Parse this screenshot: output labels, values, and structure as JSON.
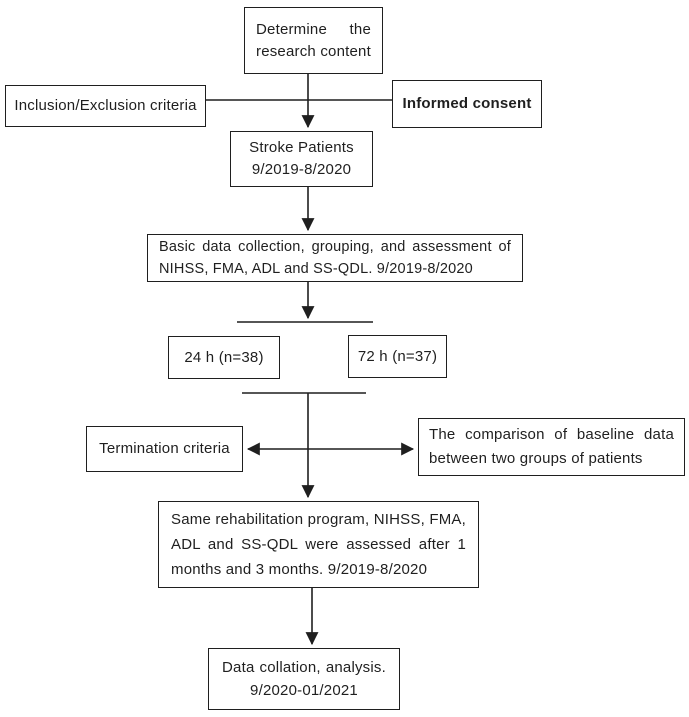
{
  "flowchart": {
    "nodes": {
      "determine": {
        "line1": "Determine the",
        "line2": "research content"
      },
      "inclusion": {
        "label": "Inclusion/Exclusion criteria"
      },
      "informed": {
        "label": "Informed consent"
      },
      "stroke": {
        "line1": "Stroke Patients",
        "line2": "9/2019-8/2020"
      },
      "basic": {
        "line1": "Basic data collection, grouping, and assessment of",
        "line2": "NIHSS, FMA, ADL and SS-QDL. 9/2019-8/2020"
      },
      "group24": {
        "label": "24 h (n=38)"
      },
      "group72": {
        "label": "72 h (n=37)"
      },
      "termination": {
        "label": "Termination criteria"
      },
      "comparison": {
        "line1": "The comparison of baseline data",
        "line2": "between two groups of patients"
      },
      "rehab": {
        "line1": "Same rehabilitation program, NIHSS, FMA,",
        "line2": "ADL and SS-QDL were assessed after 1",
        "line3": "months and 3 months. 9/2019-8/2020"
      },
      "collation": {
        "line1": "Data collation, analysis.",
        "line2": "9/2020-01/2021"
      }
    },
    "colors": {
      "line": "#1f1f1f",
      "text": "#1f1f1f",
      "box_background": "#ffffff"
    }
  }
}
